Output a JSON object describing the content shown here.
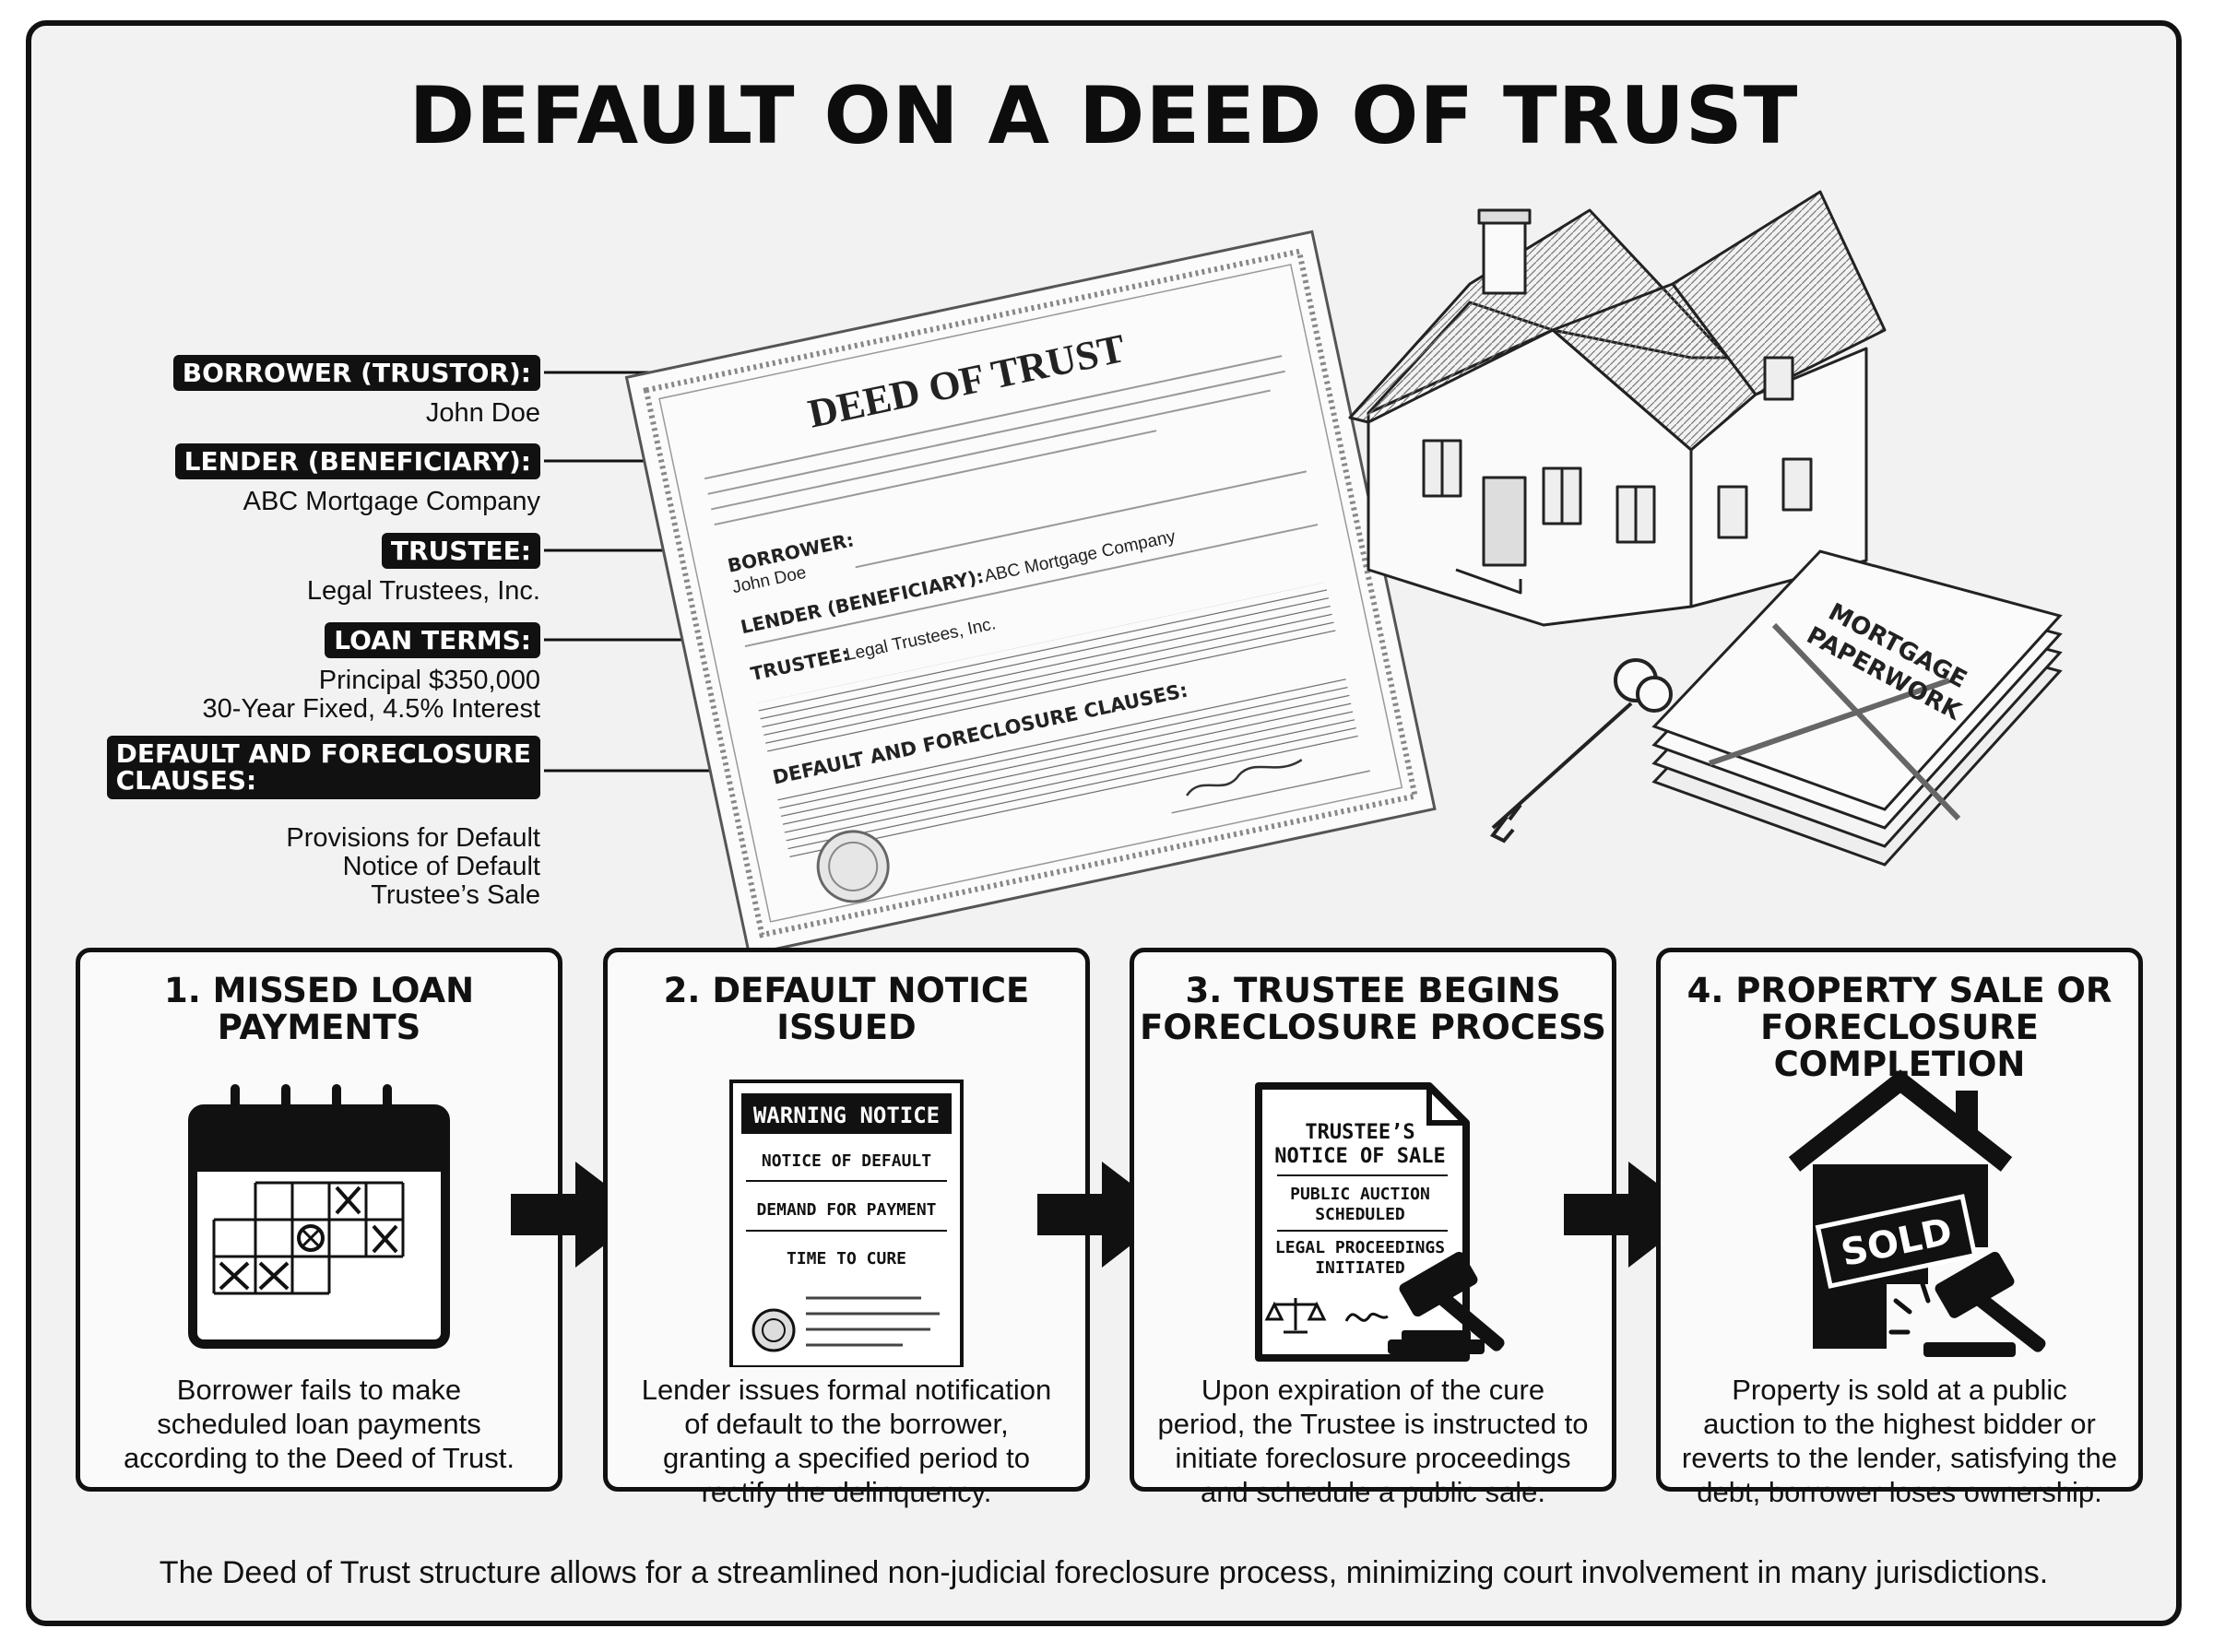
{
  "title": "DEFAULT ON A DEED OF TRUST",
  "labels": [
    {
      "tag": "BORROWER (TRUSTOR):",
      "lines": [
        "John Doe"
      ]
    },
    {
      "tag": "LENDER (BENEFICIARY):",
      "lines": [
        "ABC Mortgage Company"
      ]
    },
    {
      "tag": "TRUSTEE:",
      "lines": [
        "Legal Trustees, Inc."
      ]
    },
    {
      "tag": "LOAN TERMS:",
      "lines": [
        "Principal $350,000",
        "30-Year Fixed, 4.5% Interest"
      ]
    },
    {
      "tag_lines": [
        "DEFAULT AND FORECLOSURE",
        "CLAUSES:"
      ],
      "lines": [
        "Provisions for Default",
        "Notice of Default",
        "Trustee’s Sale"
      ]
    }
  ],
  "deed": {
    "title": "DEED OF TRUST",
    "borrower_label": "BORROWER:",
    "borrower_name": "John Doe",
    "lender_label": "LENDER (BENEFICIARY):",
    "lender_name": "ABC Mortgage Company",
    "trustee_label": "TRUSTEE:",
    "trustee_name": "Legal Trustees, Inc.",
    "clauses_heading": "DEFAULT AND FORECLOSURE CLAUSES:"
  },
  "paperwork_label": [
    "MORTGAGE",
    "PAPERWORK"
  ],
  "steps": [
    {
      "title": [
        "1. MISSED LOAN",
        "PAYMENTS"
      ],
      "desc": [
        "Borrower fails to make",
        "scheduled loan payments",
        "according to the Deed of Trust."
      ]
    },
    {
      "title": [
        "2. DEFAULT NOTICE",
        "ISSUED"
      ],
      "desc": [
        "Lender issues formal notification",
        "of default to the borrower,",
        "granting a specified period to",
        "rectify the delinquency."
      ]
    },
    {
      "title": [
        "3. TRUSTEE BEGINS",
        "FORECLOSURE PROCESS"
      ],
      "desc": [
        "Upon expiration of the cure",
        "period, the Trustee is instructed to",
        "initiate foreclosure proceedings",
        "and schedule a public sale."
      ]
    },
    {
      "title": [
        "4. PROPERTY SALE OR",
        "FORECLOSURE COMPLETION"
      ],
      "desc": [
        "Property is sold at a public",
        "auction to the highest bidder or",
        "reverts to the lender, satisfying the",
        "debt; borrower loses ownership."
      ]
    }
  ],
  "notice": {
    "header": "WARNING NOTICE",
    "items": [
      "NOTICE OF DEFAULT",
      "DEMAND FOR PAYMENT",
      "TIME TO CURE"
    ]
  },
  "trustee_doc": {
    "title": [
      "TRUSTEE’S",
      "NOTICE OF SALE"
    ],
    "items": [
      [
        "PUBLIC AUCTION",
        "SCHEDULED"
      ],
      [
        "LEGAL PROCEEDINGS",
        "INITIATED"
      ]
    ]
  },
  "sold_sign": "SOLD",
  "footer": "The Deed of Trust structure allows for a streamlined non-judicial foreclosure process, minimizing court involvement in many jurisdictions."
}
